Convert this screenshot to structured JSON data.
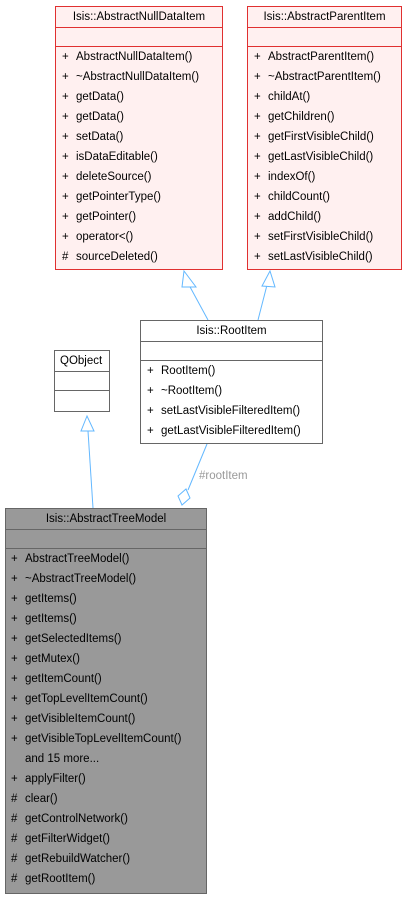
{
  "classes": {
    "abstract_null_data_item": {
      "name": "Isis::AbstractNullDataItem",
      "members": [
        {
          "vis": "+",
          "name": "AbstractNullDataItem()"
        },
        {
          "vis": "+",
          "name": "~AbstractNullDataItem()"
        },
        {
          "vis": "+",
          "name": "getData()"
        },
        {
          "vis": "+",
          "name": "getData()"
        },
        {
          "vis": "+",
          "name": "setData()"
        },
        {
          "vis": "+",
          "name": "isDataEditable()"
        },
        {
          "vis": "+",
          "name": "deleteSource()"
        },
        {
          "vis": "+",
          "name": "getPointerType()"
        },
        {
          "vis": "+",
          "name": "getPointer()"
        },
        {
          "vis": "+",
          "name": "operator<()"
        },
        {
          "vis": "#",
          "name": "sourceDeleted()"
        }
      ]
    },
    "abstract_parent_item": {
      "name": "Isis::AbstractParentItem",
      "members": [
        {
          "vis": "+",
          "name": "AbstractParentItem()"
        },
        {
          "vis": "+",
          "name": "~AbstractParentItem()"
        },
        {
          "vis": "+",
          "name": "childAt()"
        },
        {
          "vis": "+",
          "name": "getChildren()"
        },
        {
          "vis": "+",
          "name": "getFirstVisibleChild()"
        },
        {
          "vis": "+",
          "name": "getLastVisibleChild()"
        },
        {
          "vis": "+",
          "name": "indexOf()"
        },
        {
          "vis": "+",
          "name": "childCount()"
        },
        {
          "vis": "+",
          "name": "addChild()"
        },
        {
          "vis": "+",
          "name": "setFirstVisibleChild()"
        },
        {
          "vis": "+",
          "name": "setLastVisibleChild()"
        }
      ]
    },
    "root_item": {
      "name": "Isis::RootItem",
      "members": [
        {
          "vis": "+",
          "name": "RootItem()"
        },
        {
          "vis": "+",
          "name": "~RootItem()"
        },
        {
          "vis": "+",
          "name": "setLastVisibleFilteredItem()"
        },
        {
          "vis": "+",
          "name": "getLastVisibleFilteredItem()"
        }
      ]
    },
    "qobject": {
      "name": "QObject"
    },
    "abstract_tree_model": {
      "name": "Isis::AbstractTreeModel",
      "members": [
        {
          "vis": "+",
          "name": "AbstractTreeModel()"
        },
        {
          "vis": "+",
          "name": "~AbstractTreeModel()"
        },
        {
          "vis": "+",
          "name": "getItems()"
        },
        {
          "vis": "+",
          "name": "getItems()"
        },
        {
          "vis": "+",
          "name": "getSelectedItems()"
        },
        {
          "vis": "+",
          "name": "getMutex()"
        },
        {
          "vis": "+",
          "name": "getItemCount()"
        },
        {
          "vis": "+",
          "name": "getTopLevelItemCount()"
        },
        {
          "vis": "+",
          "name": "getVisibleItemCount()"
        },
        {
          "vis": "+",
          "name": "getVisibleTopLevelItemCount()"
        },
        {
          "vis": "",
          "name": "and 15 more..."
        },
        {
          "vis": "+",
          "name": "applyFilter()"
        },
        {
          "vis": "#",
          "name": "clear()"
        },
        {
          "vis": "#",
          "name": "getControlNetwork()"
        },
        {
          "vis": "#",
          "name": "getFilterWidget()"
        },
        {
          "vis": "#",
          "name": "getRebuildWatcher()"
        },
        {
          "vis": "#",
          "name": "getRootItem()"
        }
      ]
    }
  },
  "relations": {
    "root_item_member_label": "#rootItem"
  },
  "colors": {
    "highlight_border": "#e03030",
    "highlight_fill": "#fff0f0",
    "focus_fill": "#999999",
    "edge": "#63b8ff",
    "edge_label": "#9a9a9a"
  }
}
